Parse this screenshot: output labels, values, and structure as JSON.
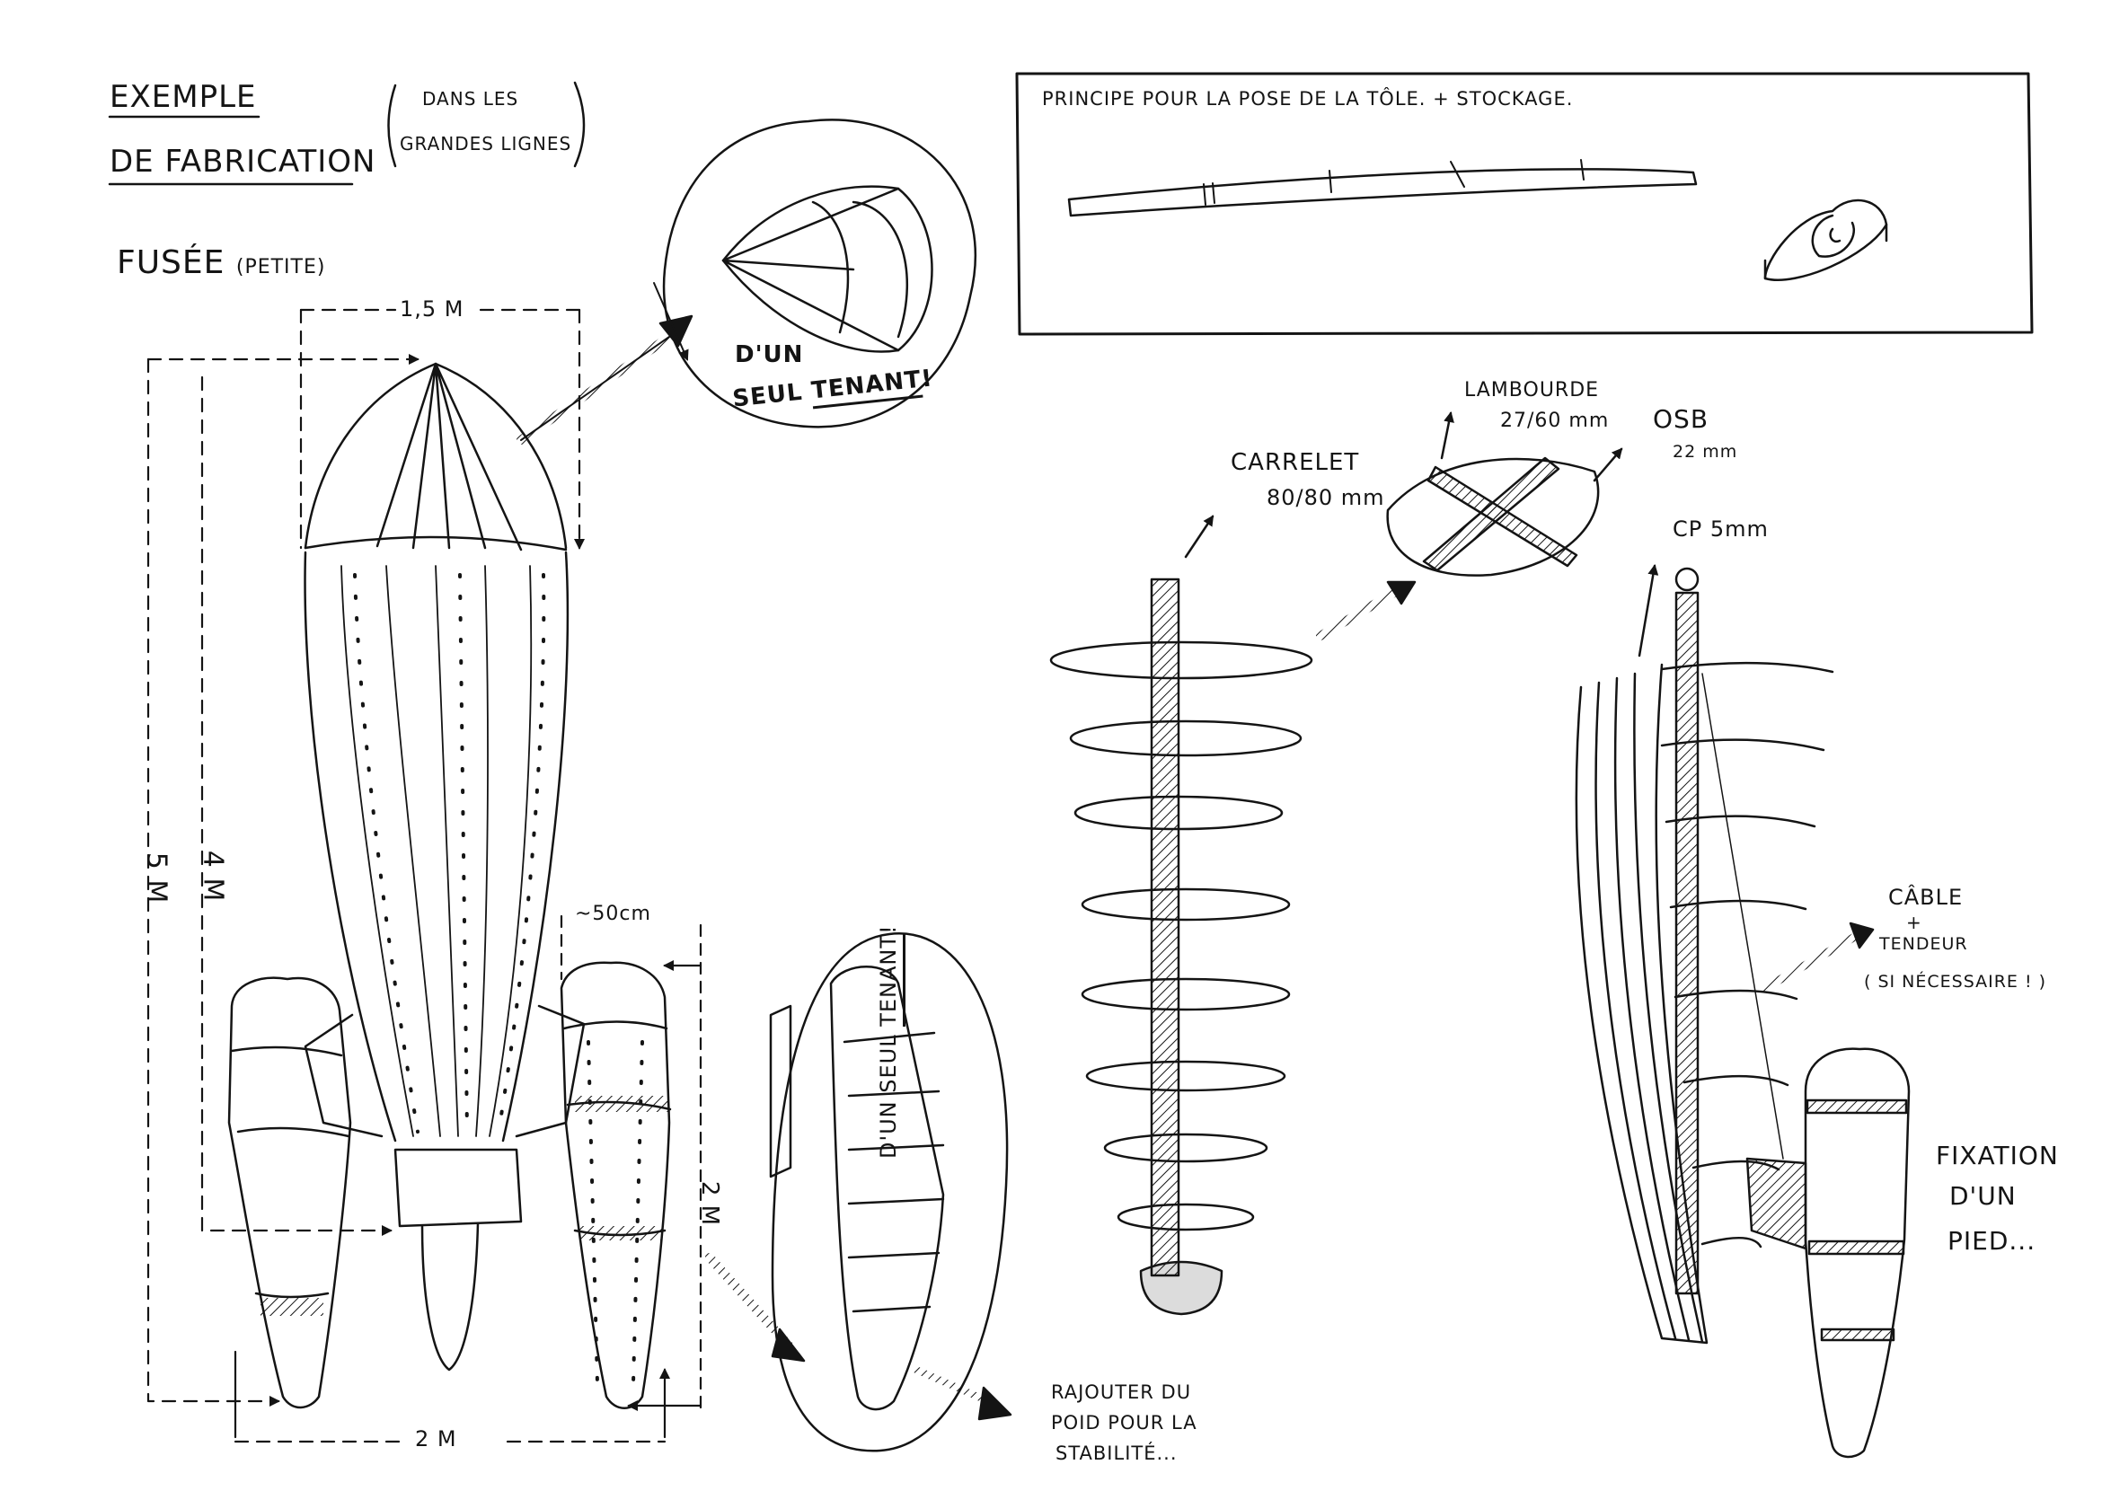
{
  "heading": {
    "line1": "EXEMPLE",
    "line2": "DE FABRICATION",
    "note_line1": "DANS LES",
    "note_line2": "GRANDES LIGNES"
  },
  "rocket": {
    "label_main": "FUSÉE",
    "label_paren": "(PETITE)",
    "dim_width": "1,5 M",
    "dim_height_total": "5 M",
    "dim_height_body": "4 M",
    "dim_booster_width": "~50cm",
    "dim_booster_height": "2 M",
    "dim_base": "2 M"
  },
  "nose_detail": {
    "line1": "D'UN",
    "line2_a": "SEUL",
    "line2_b": "TENANT",
    "line2_end": "!"
  },
  "booster_detail": {
    "line_a": "D'UN SEUL",
    "line_b": "TENANT",
    "line_end": "!"
  },
  "weight_note": {
    "line1": "RAJOUTER DU",
    "line2": "POID POUR LA",
    "line3": "STABILITÉ..."
  },
  "sheet_box": {
    "title": "PRINCIPE POUR LA POSE DE LA TÔLE. + STOCKAGE."
  },
  "structure": {
    "carrelet_line1": "CARRELET",
    "carrelet_line2": "80/80 mm",
    "lambourde_line1": "LAMBOURDE",
    "lambourde_line2": "27/60 mm",
    "osb_line1": "OSB",
    "osb_line2": "22 mm",
    "cp": "CP 5mm",
    "cable_line1": "CÂBLE",
    "cable_line2": "+",
    "cable_line3": "TENDEUR",
    "cable_line4": "( SI NÉCESSAIRE ! )",
    "fixation_line1": "FIXATION",
    "fixation_line2": "D'UN",
    "fixation_line3": "PIED..."
  },
  "colors": {
    "ink": "#141414",
    "paper": "#ffffff"
  }
}
